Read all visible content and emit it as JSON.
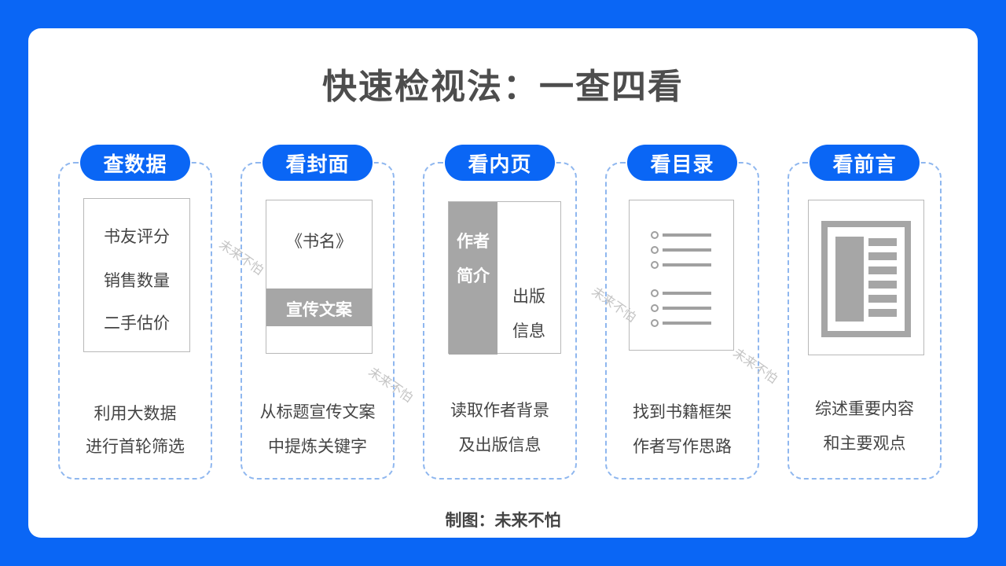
{
  "title": "快速检视法：一查四看",
  "credit": "制图：未来不怕",
  "watermark": "未来不怕",
  "columns": [
    {
      "label": "查数据",
      "items": [
        "书友评分",
        "销售数量",
        "二手估价"
      ],
      "desc": [
        "利用大数据",
        "进行首轮筛选"
      ]
    },
    {
      "label": "看封面",
      "book_name": "《书名》",
      "banner": "宣传文案",
      "desc": [
        "从标题宣传文案",
        "中提炼关键字"
      ]
    },
    {
      "label": "看内页",
      "author_block": [
        "作者",
        "简介"
      ],
      "publish_block": [
        "出版",
        "信息"
      ],
      "desc": [
        "读取作者背景",
        "及出版信息"
      ]
    },
    {
      "label": "看目录",
      "desc": [
        "找到书籍框架",
        "作者写作思路"
      ]
    },
    {
      "label": "看前言",
      "desc": [
        "综述重要内容",
        "和主要观点"
      ]
    }
  ]
}
